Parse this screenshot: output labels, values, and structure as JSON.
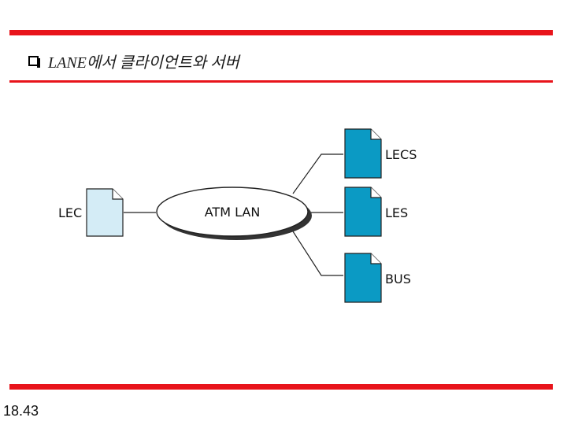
{
  "header": {
    "title": "LANE에서 클라이언트와 서버"
  },
  "diagram": {
    "client": {
      "label": "LEC"
    },
    "network": {
      "label": "ATM LAN"
    },
    "servers": [
      {
        "label": "LECS"
      },
      {
        "label": "LES"
      },
      {
        "label": "BUS"
      }
    ]
  },
  "footer": {
    "slide_number": "18.43"
  },
  "colors": {
    "accent_rule": "#e8141b",
    "server_doc": "#0b9ac4",
    "client_doc": "#d4ecf6"
  }
}
